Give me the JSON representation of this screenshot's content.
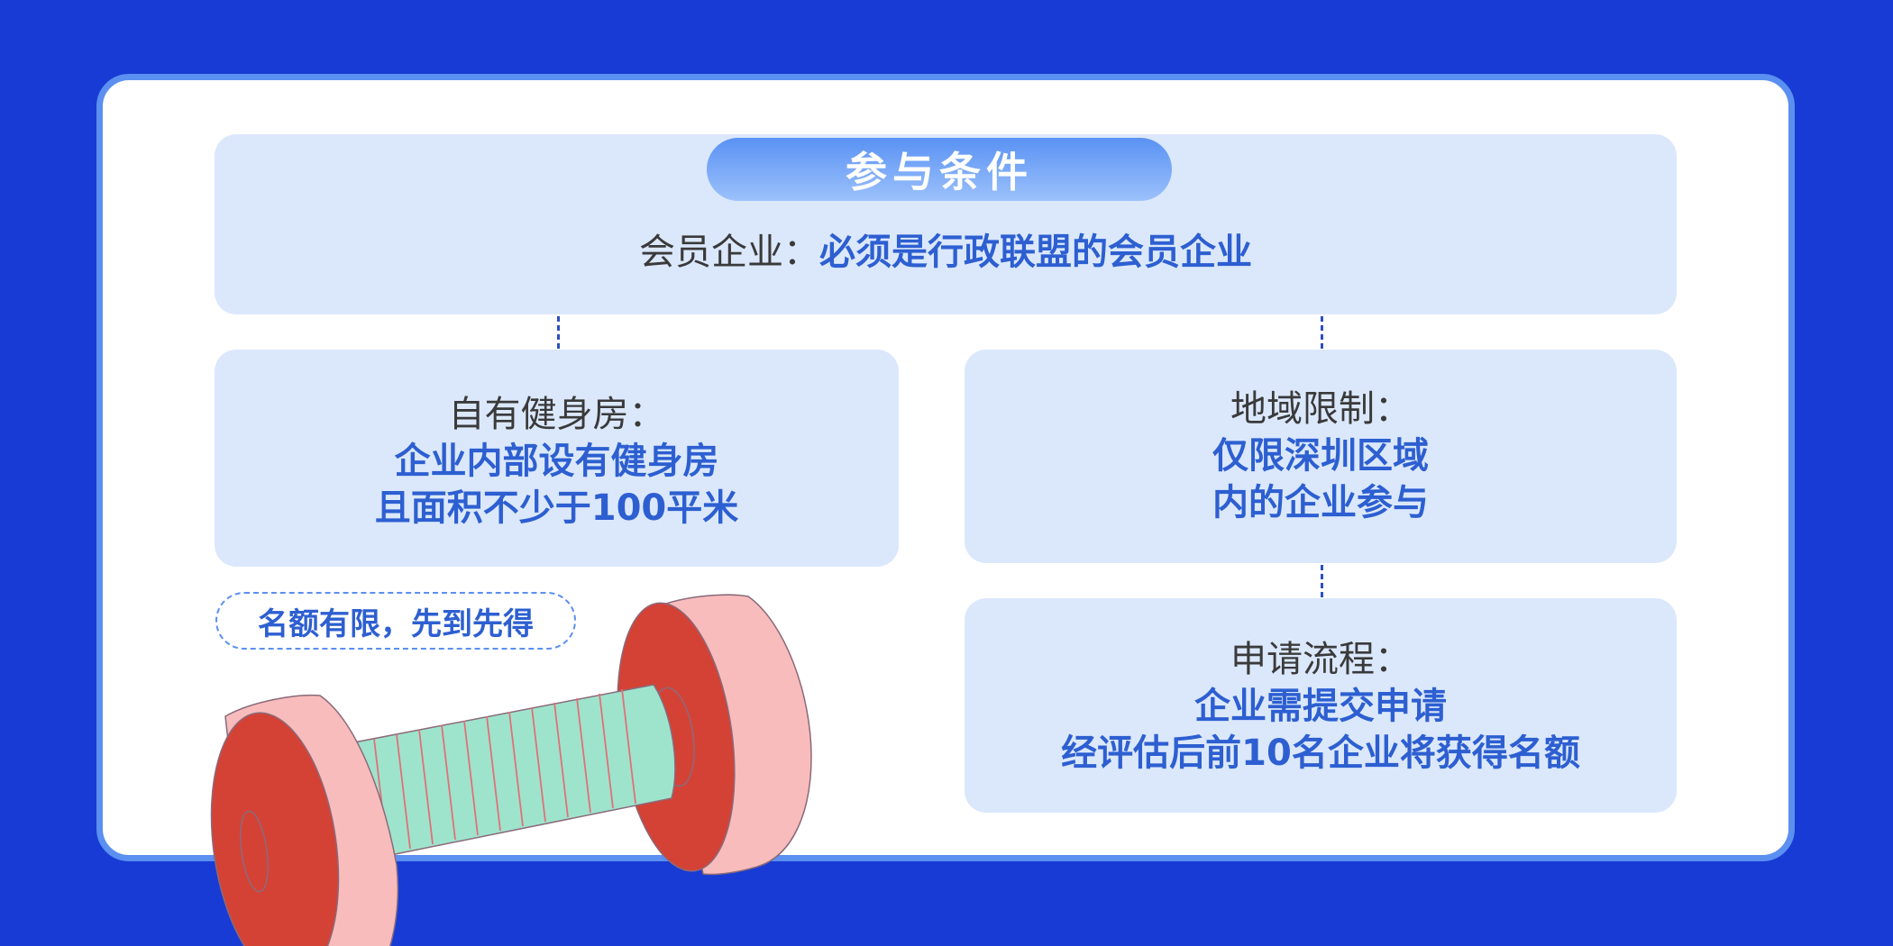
{
  "header": {
    "title": "参与条件"
  },
  "member": {
    "label": "会员企业：",
    "value": "必须是行政联盟的会员企业"
  },
  "gym": {
    "label": "自有健身房：",
    "value_line1": "企业内部设有健身房",
    "value_line2": "且面积不少于100平米"
  },
  "region": {
    "label": "地域限制：",
    "value_line1": "仅限深圳区域",
    "value_line2": "内的企业参与"
  },
  "process": {
    "label": "申请流程：",
    "value_line1": "企业需提交申请",
    "value_line2": "经评估后前10名企业将获得名额"
  },
  "badge": {
    "text": "名额有限，先到先得"
  },
  "colors": {
    "background": "#173bd4",
    "card_border": "#5b8ff0",
    "box_fill": "#dbe8fc",
    "accent_text": "#2d5fd1",
    "dumbbell_plate": "#f9bcbc",
    "dumbbell_plate_face": "#d44236",
    "dumbbell_handle": "#9ee4cc"
  },
  "decorations": {
    "illustration": "dumbbell-icon"
  }
}
